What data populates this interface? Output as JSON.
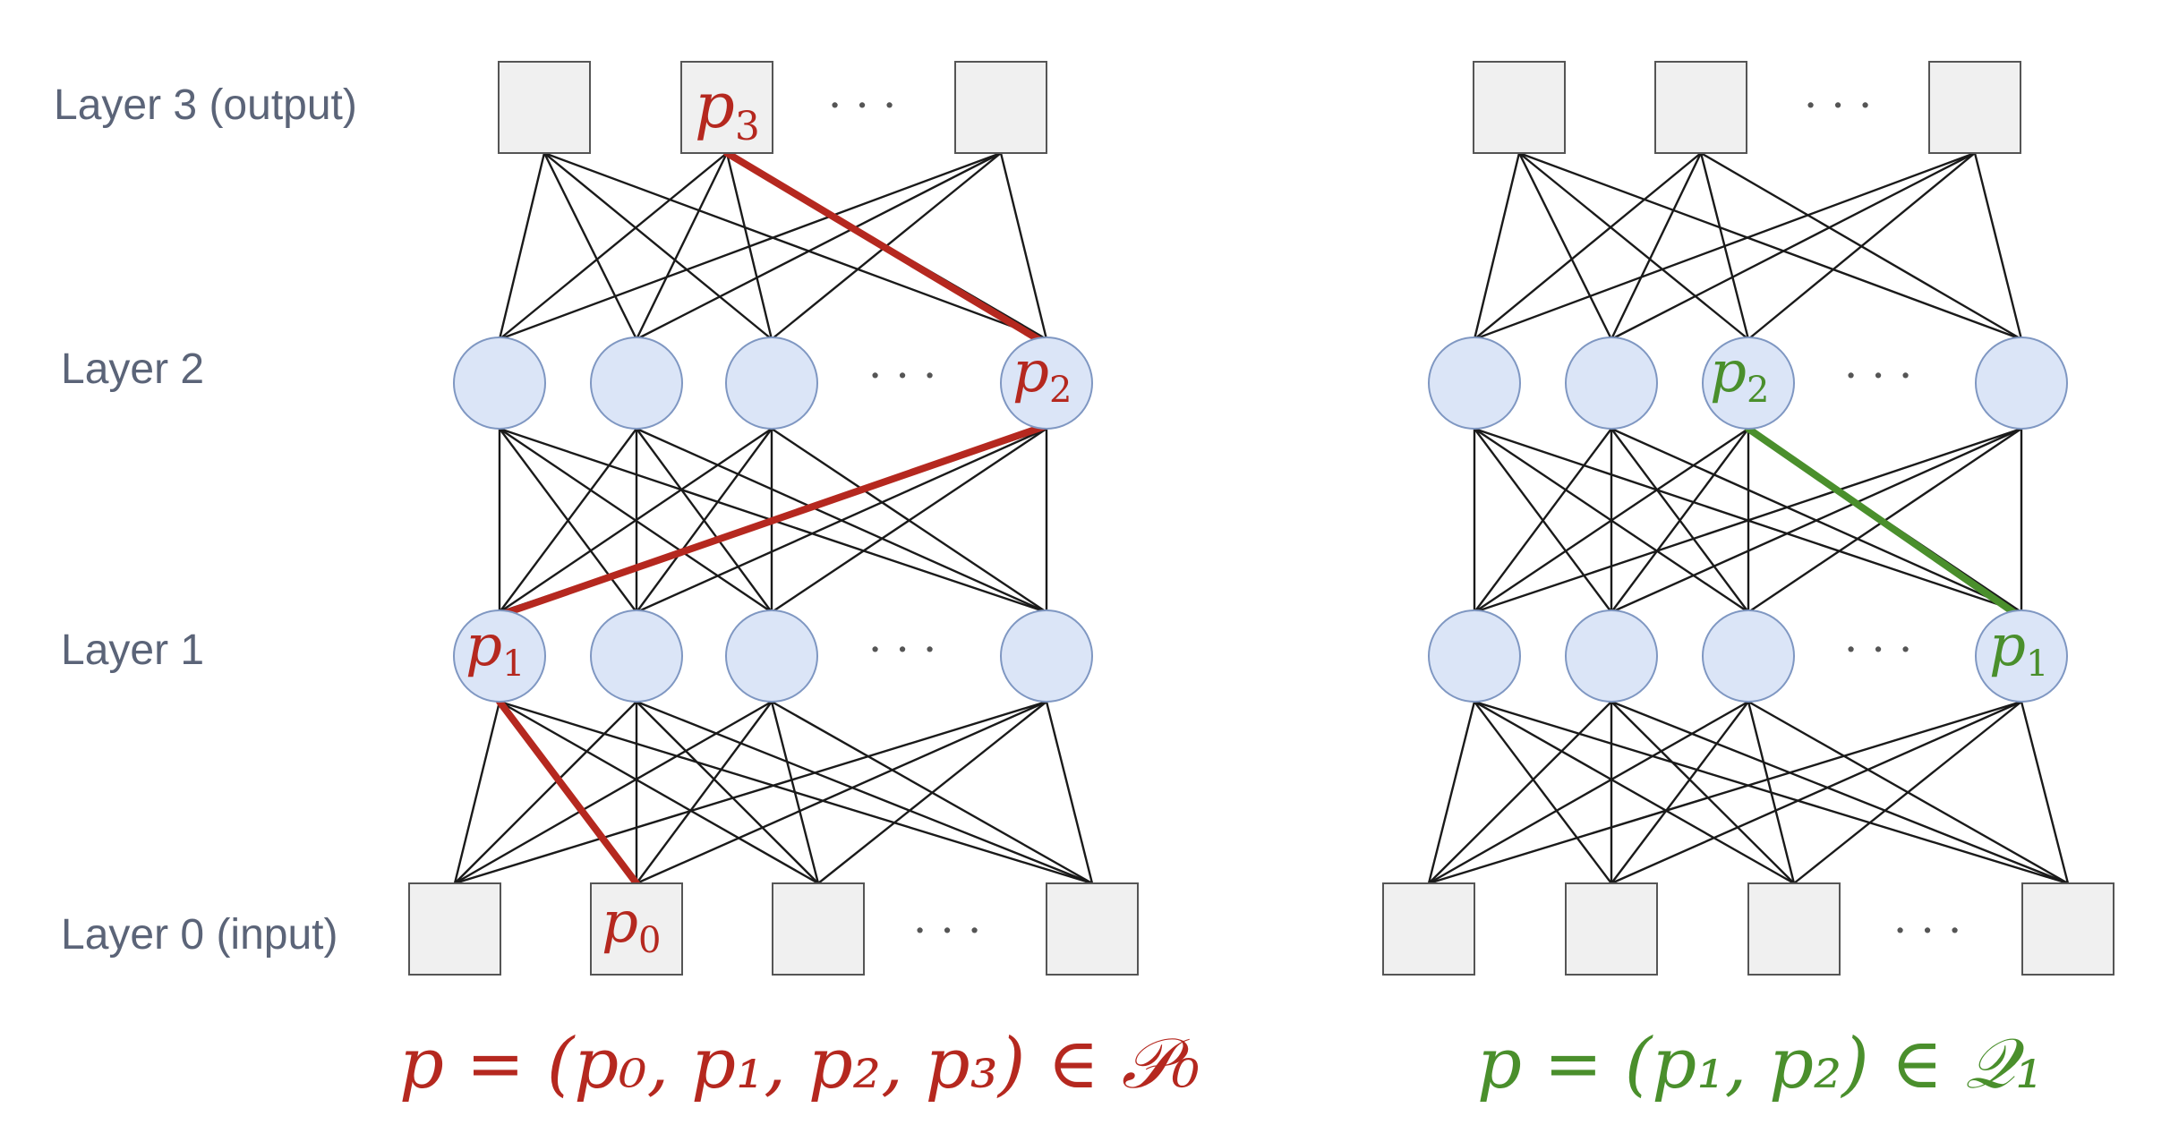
{
  "layer_labels": [
    "Layer 0 (input)",
    "Layer 1",
    "Layer 2",
    "Layer 3 (output)"
  ],
  "ellipsis": "· · ·",
  "colors": {
    "edge": "#1a1a1a",
    "path_left": "#b5281f",
    "path_right": "#4a8f2c",
    "neuron_fill": "#dbe5f7",
    "neuron_stroke": "#7f97c2",
    "io_fill": "#f0f0f0",
    "io_stroke": "#555555"
  },
  "left": {
    "node_labels": {
      "p0": "p",
      "p0_sub": "0",
      "p1": "p",
      "p1_sub": "1",
      "p2": "p",
      "p2_sub": "2",
      "p3": "p",
      "p3_sub": "3"
    },
    "caption": "p = (p₀, p₁, p₂, p₃) ∈ 𝒫₀"
  },
  "right": {
    "node_labels": {
      "p1": "p",
      "p1_sub": "1",
      "p2": "p",
      "p2_sub": "2"
    },
    "caption": "p = (p₁, p₂) ∈ 𝒬₁"
  }
}
